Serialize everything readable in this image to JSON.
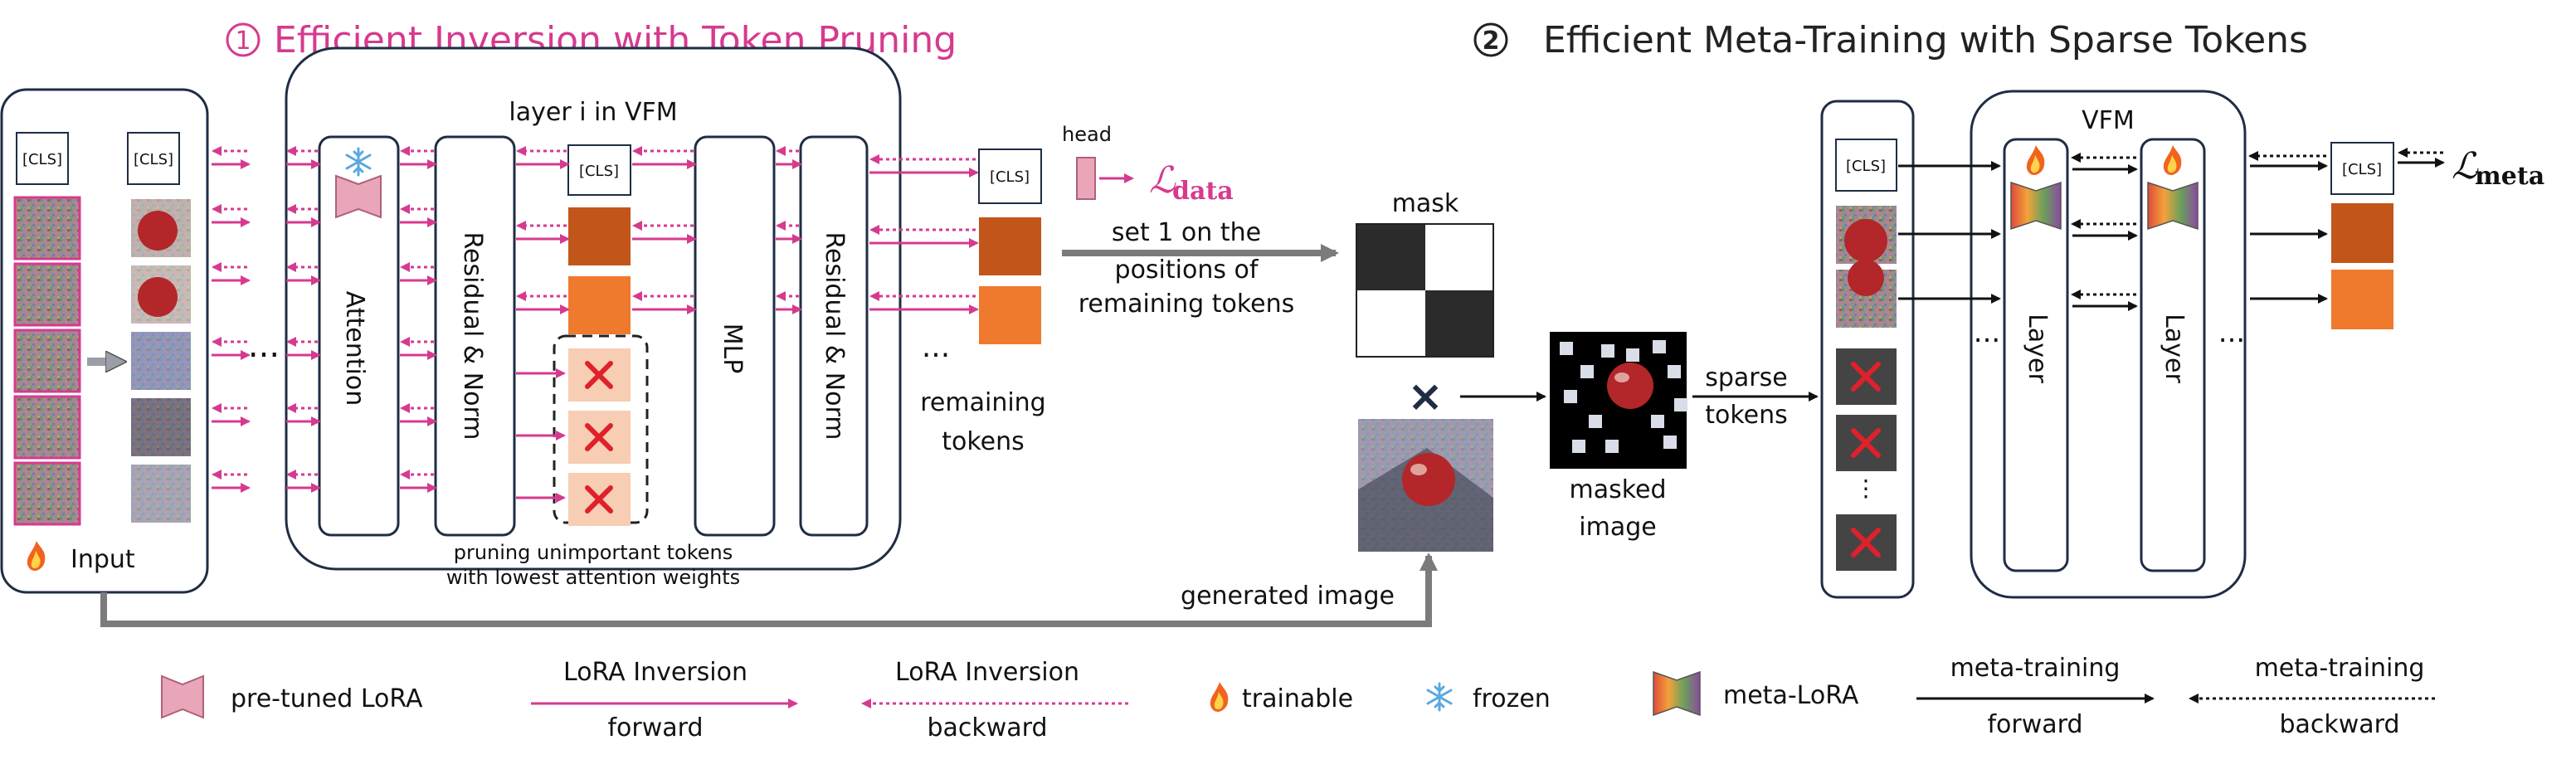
{
  "titles": {
    "part1_num": "1",
    "part1": "Efficient Inversion with Token Pruning",
    "part2_num": "2",
    "part2": "Efficient Meta-Training with Sparse Tokens"
  },
  "part1": {
    "cls_token": "[CLS]",
    "input_label": "Input",
    "layer_title": "layer i in VFM",
    "blocks": [
      "Attention",
      "Residual & Norm",
      "MLP",
      "Residual & Norm"
    ],
    "pruning_note": [
      "pruning unimportant tokens",
      "with lowest attention weights"
    ],
    "ellipsis": "...",
    "head_label": "head",
    "loss_data": "ℒ",
    "loss_data_sub": "data",
    "remaining_tokens": [
      "remaining",
      "tokens"
    ],
    "set_positions": [
      "set 1 on the",
      "positions of",
      "remaining tokens"
    ],
    "mask_label": "mask",
    "times": "×",
    "masked_image": [
      "masked",
      "image"
    ],
    "generated_image": "generated image",
    "sparse_tokens": [
      "sparse",
      "tokens"
    ]
  },
  "part2": {
    "vfm_label": "VFM",
    "layer_label": "Layer",
    "loss_meta": "ℒ",
    "loss_meta_sub": "meta",
    "ellipsis": "..."
  },
  "legend": {
    "pretuned_lora": "pre-tuned LoRA",
    "lora_inv_forward_top": "LoRA Inversion",
    "lora_inv_forward_bottom": "forward",
    "lora_inv_backward_top": "LoRA Inversion",
    "lora_inv_backward_bottom": "backward",
    "trainable": "trainable",
    "frozen": "frozen",
    "meta_lora": "meta-LoRA",
    "meta_forward_top": "meta-training",
    "meta_forward_bottom": "forward",
    "meta_backward_top": "meta-training",
    "meta_backward_bottom": "backward"
  },
  "colors": {
    "pink": "#d63a8f",
    "token_dark_orange": "#c2561a",
    "token_orange": "#ef7a2e",
    "pruned_bg": "#f7cdb3",
    "cross": "#e0202b",
    "frame": "#1f2d44",
    "gray_arrow": "#7b7b7b"
  }
}
